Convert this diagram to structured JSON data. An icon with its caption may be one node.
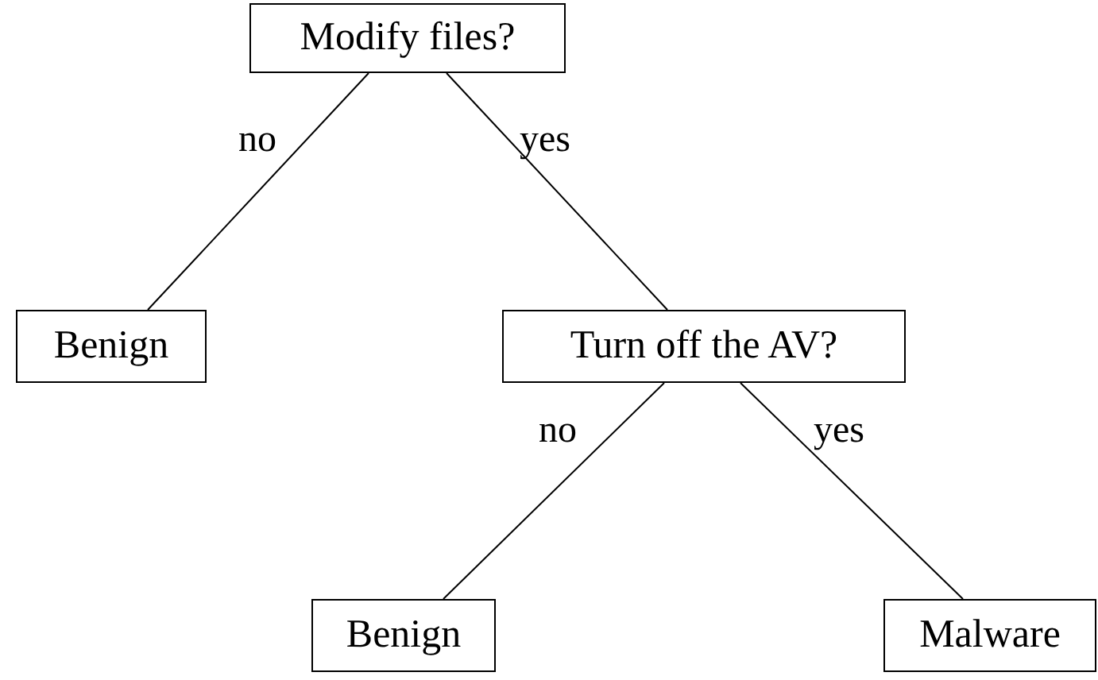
{
  "diagram": {
    "nodes": [
      {
        "text": [
          "Modify files?"
        ]
      },
      {
        "text": [
          "Benign"
        ]
      },
      {
        "text": [
          "Turn off the AV?"
        ]
      },
      {
        "text": [
          "Benign"
        ]
      },
      {
        "text": [
          "Malware"
        ]
      }
    ],
    "edges": [
      {
        "from": 0,
        "to": 1,
        "arrow": "none",
        "label": "no"
      },
      {
        "from": 0,
        "to": 2,
        "arrow": "none",
        "label": "yes"
      },
      {
        "from": 2,
        "to": 3,
        "arrow": "none",
        "label": "no"
      },
      {
        "from": 2,
        "to": 4,
        "arrow": "none",
        "label": "yes"
      }
    ]
  }
}
